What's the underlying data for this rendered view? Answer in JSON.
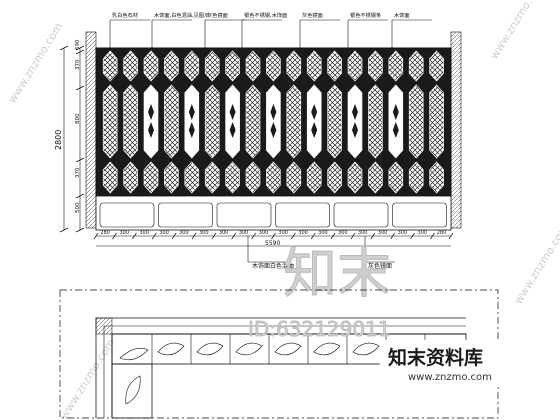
{
  "drawing": {
    "callouts": [
      "乳白色石材",
      "木饰面,白色混油,见图示",
      "灰色镜面",
      "银色不锈钢,木饰面",
      "灰色镜面",
      "银色不锈钢条",
      "木饰面"
    ],
    "height_total": "2800",
    "height_segments": [
      "500",
      "370",
      "800",
      "370",
      "690"
    ],
    "width_total": "5590",
    "width_segments": [
      "280",
      "300",
      "300",
      "300",
      "300",
      "300",
      "300",
      "300",
      "300",
      "300",
      "300",
      "300",
      "300",
      "300",
      "300",
      "300",
      "300",
      "280"
    ],
    "bottom_notes": [
      "木饰面白色混油",
      "灰色镜面"
    ]
  },
  "watermark": {
    "brand_large": "知末",
    "id_text": "ID:632129011",
    "brand_cn": "知末资料库",
    "site": "www.znzmo.com",
    "diag": "www.znzmo.com"
  },
  "colors": {
    "line": "#111111",
    "pattern": "#1a1a1a",
    "watermark": "#cfcfcf",
    "background": "#ffffff"
  }
}
